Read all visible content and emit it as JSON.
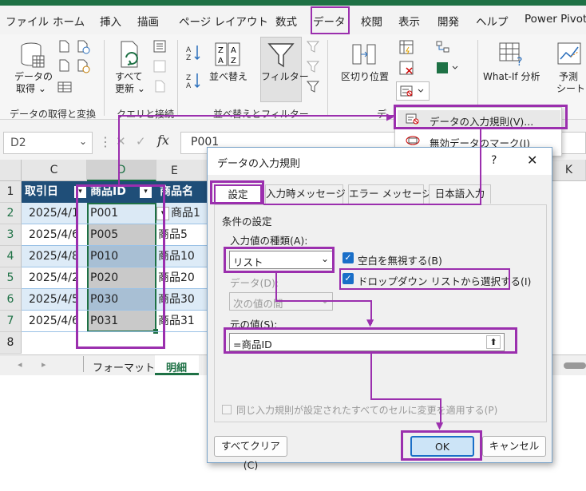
{
  "ribbon_tabs": [
    "ファイル",
    "ホーム",
    "挿入",
    "描画",
    "ページ レイアウト",
    "数式",
    "データ",
    "校閲",
    "表示",
    "開発",
    "ヘルプ",
    "Power Pivot"
  ],
  "ribbon": {
    "get_data_line1": "データの",
    "get_data_line2": "取得 ⌄",
    "refresh_line1": "すべて",
    "refresh_line2": "更新 ⌄",
    "sort_label": "並べ替え",
    "filter_label": "フィルター",
    "text_to_columns": "区切り位置",
    "whatif_label": "What-If 分析",
    "forecast_line1": "予測",
    "forecast_line2": "シート",
    "group_get": "データの取得と変換",
    "group_query": "クエリと接続",
    "group_sort": "並べ替えとフィルター",
    "group_tools": "デ"
  },
  "dropdown_menu": {
    "item1": "データの入力規則(V)...",
    "item2": "無効データのマーク(I)"
  },
  "formula_bar": {
    "name_box": "D2",
    "content": "P001"
  },
  "columns": [
    "C",
    "D",
    "E",
    "K"
  ],
  "rows": [
    1,
    2,
    3,
    4,
    5,
    6,
    7,
    8
  ],
  "table_headers": {
    "c": "取引日",
    "d": "商品ID",
    "e": "商品名"
  },
  "table_rows": [
    {
      "date": "2025/4/1",
      "id": "P001",
      "name": "商品1"
    },
    {
      "date": "2025/4/6",
      "id": "P005",
      "name": "商品5"
    },
    {
      "date": "2025/4/8",
      "id": "P010",
      "name": "商品10"
    },
    {
      "date": "2025/4/2",
      "id": "P020",
      "name": "商品20"
    },
    {
      "date": "2025/4/5",
      "id": "P030",
      "name": "商品30"
    },
    {
      "date": "2025/4/6",
      "id": "P031",
      "name": "商品31"
    }
  ],
  "sheet_tabs": [
    "フォーマット",
    "明細"
  ],
  "dialog": {
    "title": "データの入力規則",
    "help": "?",
    "tabs": [
      "設定",
      "入力時メッセージ",
      "エラー メッセージ",
      "日本語入力"
    ],
    "conditions_label": "条件の設定",
    "allow_label": "入力値の種類(A):",
    "allow_value": "リスト",
    "ignore_blank": "空白を無視する(B)",
    "in_cell_dropdown": "ドロップダウン リストから選択する(I)",
    "data_label": "データ(D):",
    "data_value": "次の値の間",
    "source_label": "元の値(S):",
    "source_value": "=商品ID",
    "apply_all": "同じ入力規則が設定されたすべてのセルに変更を適用する(P)",
    "clear_all": "すべてクリア(C)",
    "ok": "OK",
    "cancel": "キャンセル"
  }
}
